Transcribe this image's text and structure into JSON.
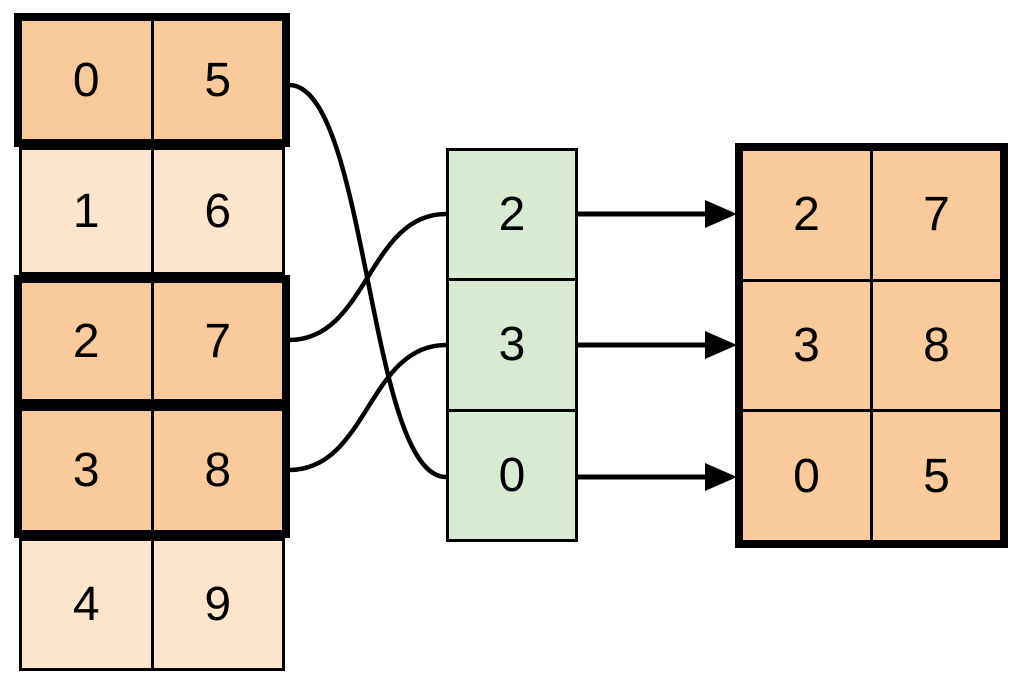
{
  "colors": {
    "highlight_fill": "#f9cb9c",
    "dim_fill": "#fce5cd",
    "index_fill": "#d9ead3",
    "line": "#000000"
  },
  "source_table": {
    "rows": [
      {
        "col0": "0",
        "col1": "5",
        "highlighted": true
      },
      {
        "col0": "1",
        "col1": "6",
        "highlighted": false
      },
      {
        "col0": "2",
        "col1": "7",
        "highlighted": true
      },
      {
        "col0": "3",
        "col1": "8",
        "highlighted": true
      },
      {
        "col0": "4",
        "col1": "9",
        "highlighted": false
      }
    ]
  },
  "index_column": {
    "values": [
      "2",
      "3",
      "0"
    ]
  },
  "result_table": {
    "rows": [
      {
        "col0": "2",
        "col1": "7"
      },
      {
        "col0": "3",
        "col1": "8"
      },
      {
        "col0": "0",
        "col1": "5"
      }
    ]
  },
  "connections": {
    "curves": [
      {
        "from_source_row": "0,5",
        "to_index": "0"
      },
      {
        "from_source_row": "2,7",
        "to_index": "2"
      },
      {
        "from_source_row": "3,8",
        "to_index": "3"
      }
    ],
    "arrows": [
      {
        "from_index": "2",
        "to_result_row": "2,7"
      },
      {
        "from_index": "3",
        "to_result_row": "3,8"
      },
      {
        "from_index": "0",
        "to_result_row": "0,5"
      }
    ]
  }
}
